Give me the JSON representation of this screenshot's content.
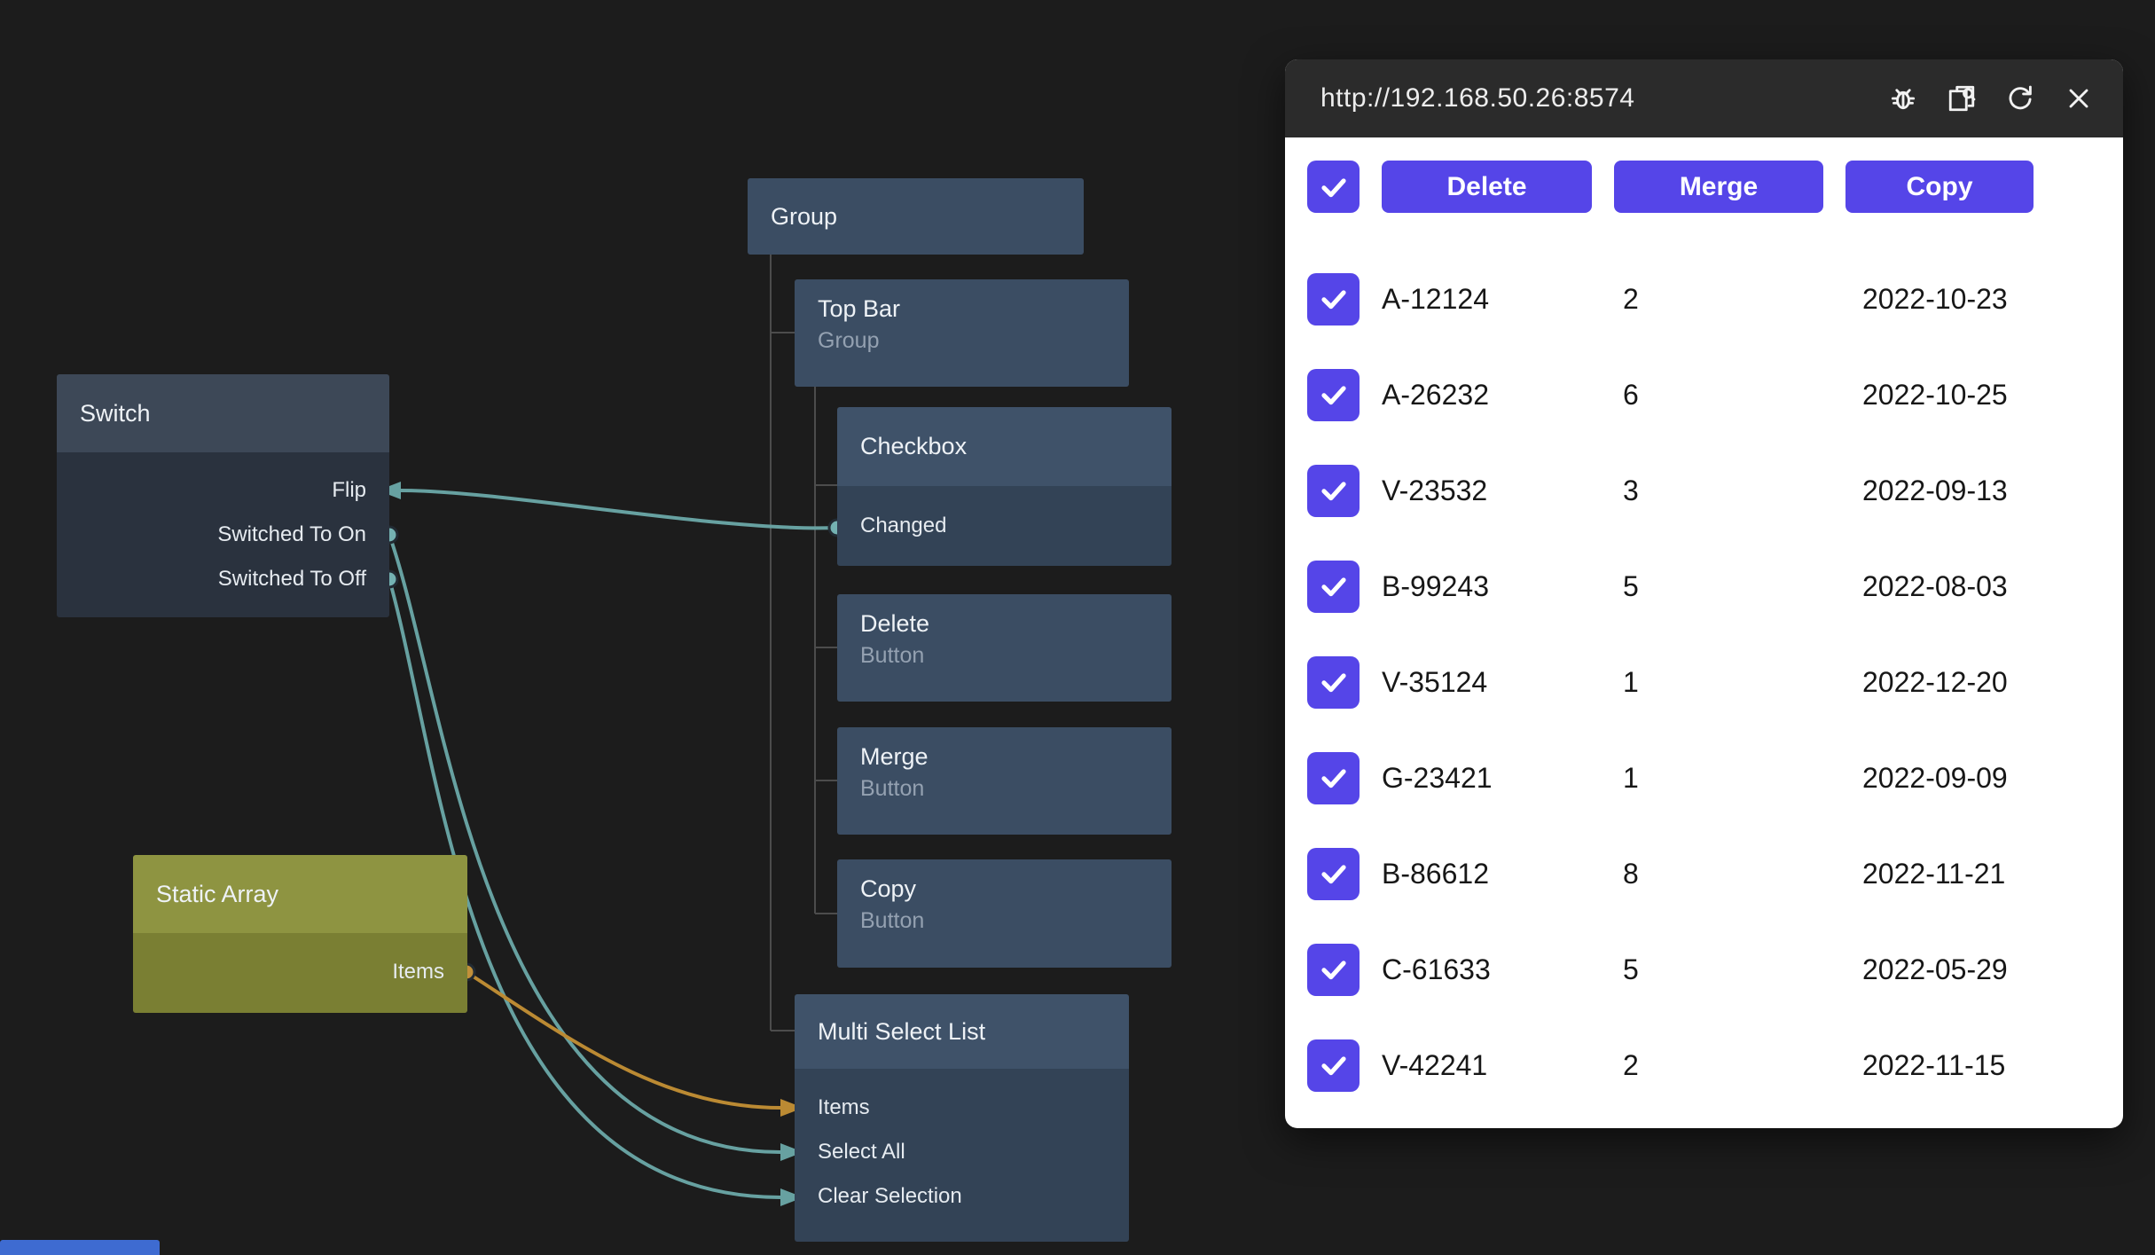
{
  "colors": {
    "canvas_bg": "#1c1c1c",
    "node_header": "#3f5269",
    "node_body": "#334356",
    "switch_header": "#3d4857",
    "switch_body": "#2a323e",
    "array_header": "#8e9441",
    "array_body": "#7a7f33",
    "wire_teal": "#67a1a1",
    "wire_orange": "#bb8a33",
    "accent_purple": "#5545e8",
    "panel_header_bg": "#2b2b2b"
  },
  "nodes": {
    "group": {
      "title": "Group"
    },
    "top_bar": {
      "title": "Top Bar",
      "subtitle": "Group"
    },
    "checkbox": {
      "title": "Checkbox",
      "ports": {
        "changed": "Changed"
      }
    },
    "delete": {
      "title": "Delete",
      "subtitle": "Button"
    },
    "merge": {
      "title": "Merge",
      "subtitle": "Button"
    },
    "copy": {
      "title": "Copy",
      "subtitle": "Button"
    },
    "multi_select_list": {
      "title": "Multi Select List",
      "ports": {
        "items": "Items",
        "select_all": "Select All",
        "clear_selection": "Clear Selection"
      }
    },
    "switch": {
      "title": "Switch",
      "ports": {
        "flip": "Flip",
        "on": "Switched To On",
        "off": "Switched To Off"
      }
    },
    "static_array": {
      "title": "Static Array",
      "ports": {
        "items": "Items"
      }
    }
  },
  "browser": {
    "url": "http://192.168.50.26:8574",
    "toolbar": {
      "delete": "Delete",
      "merge": "Merge",
      "copy": "Copy",
      "select_all_checked": "true"
    },
    "rows": [
      {
        "id": "A-12124",
        "count": "2",
        "date": "2022-10-23",
        "checked": "true"
      },
      {
        "id": "A-26232",
        "count": "6",
        "date": "2022-10-25",
        "checked": "true"
      },
      {
        "id": "V-23532",
        "count": "3",
        "date": "2022-09-13",
        "checked": "true"
      },
      {
        "id": "B-99243",
        "count": "5",
        "date": "2022-08-03",
        "checked": "true"
      },
      {
        "id": "V-35124",
        "count": "1",
        "date": "2022-12-20",
        "checked": "true"
      },
      {
        "id": "G-23421",
        "count": "1",
        "date": "2022-09-09",
        "checked": "true"
      },
      {
        "id": "B-86612",
        "count": "8",
        "date": "2022-11-21",
        "checked": "true"
      },
      {
        "id": "C-61633",
        "count": "5",
        "date": "2022-05-29",
        "checked": "true"
      },
      {
        "id": "V-42241",
        "count": "2",
        "date": "2022-11-15",
        "checked": "true"
      }
    ]
  }
}
